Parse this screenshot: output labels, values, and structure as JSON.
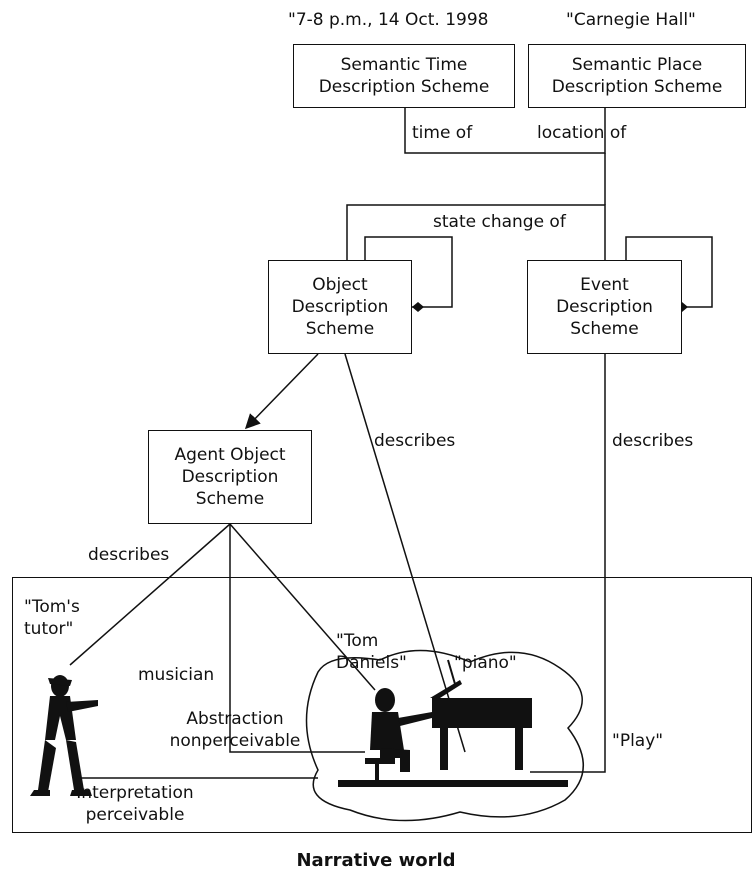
{
  "boxes": {
    "semantic_time": "Semantic Time\nDescription Scheme",
    "semantic_place": "Semantic Place\nDescription Scheme",
    "object": "Object\nDescription\nScheme",
    "event": "Event\nDescription\nScheme",
    "agent_object": "Agent Object\nDescription\nScheme"
  },
  "quotes": {
    "time_value": "\"7-8 p.m., 14 Oct. 1998",
    "place_value": "\"Carnegie Hall\"",
    "toms_tutor": "\"Tom's\ntutor\"",
    "tom_daniels": "\"Tom\nDaniels\"",
    "piano": "\"piano\"",
    "play": "\"Play\""
  },
  "relations": {
    "time_of": "time of",
    "location_of": "location of",
    "state_change_of": "state change of",
    "describes_object": "describes",
    "describes_event": "describes",
    "describes_agent": "describes",
    "musician": "musician",
    "abstraction": "Abstraction\nnonperceivable",
    "interpretation": "Interpretation\nperceivable"
  },
  "world_title": "Narrative world"
}
